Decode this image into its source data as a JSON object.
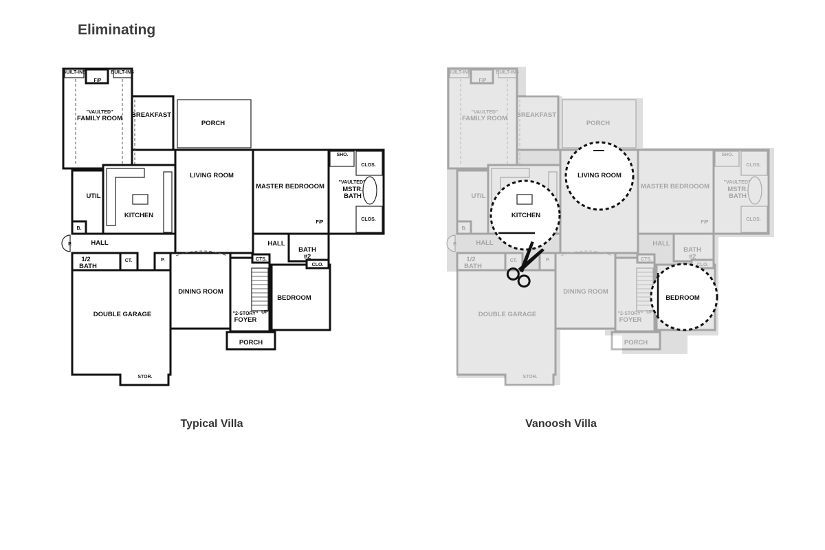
{
  "title": "Eliminating",
  "plans": [
    {
      "caption": "Typical Villa"
    },
    {
      "caption": "Vanoosh Villa"
    }
  ],
  "rooms": {
    "built_ins_left": "BUILT-INS",
    "built_ins_right": "BUILT-INS",
    "fireplace_family": "F/P",
    "vaulted_family": "\"VAULTED\"",
    "family_room": "FAMILY ROOM",
    "breakfast": "BREAKFAST",
    "porch_rear": "PORCH",
    "living_room": "LIVING ROOM",
    "master_bedroom": "MASTER BEDROOOM",
    "shower": "SHO.",
    "closet_1": "CLOS.",
    "closet_2": "CLOS.",
    "vaulted_bath": "\"VAULTED\"",
    "master_bath_1": "MSTR.",
    "master_bath_2": "BATH",
    "fireplace_master": "F/P",
    "util": "UTIL",
    "kitchen": "KITCHEN",
    "b": "B.",
    "pantry_left": "P.",
    "hall_left": "HALL",
    "half_bath_1": "1/2",
    "half_bath_2": "BATH",
    "ct": "CT.",
    "pantry_mid": "P.",
    "dining_room": "DINING ROOM",
    "double_garage": "DOUBLE GARAGE",
    "storage": "STOR.",
    "two_story": "\"2-STORY\"",
    "foyer": "FOYER",
    "up": "UP",
    "porch_front": "PORCH",
    "hall_right": "HALL",
    "cts": "CTS.",
    "bath2_1": "BATH",
    "bath2_2": "#2",
    "clo": "CLO.",
    "bedroom": "BEDROOM"
  },
  "highlights": {
    "kitchen": "KITCHEN",
    "living_room": "LIVING ROOM",
    "bedroom": "BEDROOM"
  },
  "icons": {
    "cut": "scissors-icon"
  }
}
